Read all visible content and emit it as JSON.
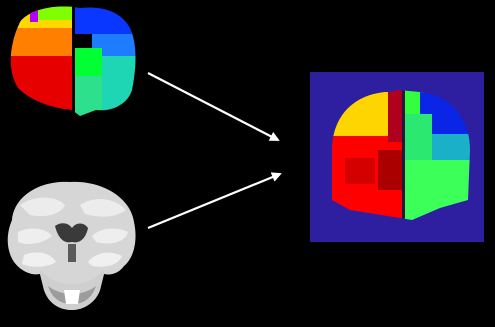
{
  "diagram": {
    "background": "#000000",
    "inputs": [
      {
        "id": "parcellation-map",
        "kind": "color-coded region map (sagittal)",
        "colors": [
          "#ff2a00",
          "#ff7f00",
          "#ffd800",
          "#0a37ff",
          "#00c8ff",
          "#00ff33",
          "#1fd6b4",
          "#e60000",
          "#7fff00",
          "#b400ff"
        ]
      },
      {
        "id": "mri-slice",
        "kind": "grayscale brain scan (coronal)",
        "colors": [
          "#e8e8e8",
          "#bdbdbd",
          "#4a4a4a",
          "#000000"
        ]
      }
    ],
    "output": {
      "id": "fused-result",
      "kind": "color-coded coronal segmentation",
      "colors": {
        "background": "#2e1fa0",
        "left_regions": [
          "#ffd500",
          "#ff0000",
          "#d40000",
          "#aa0000"
        ],
        "midline": "#b00020",
        "right_regions": [
          "#0a25e6",
          "#1ab0c8",
          "#3cff5a",
          "#2be870",
          "#33ff3f"
        ]
      }
    },
    "connections": [
      {
        "from": "parcellation-map",
        "to": "fused-result",
        "color": "#ffffff"
      },
      {
        "from": "mri-slice",
        "to": "fused-result",
        "color": "#ffffff"
      }
    ]
  }
}
